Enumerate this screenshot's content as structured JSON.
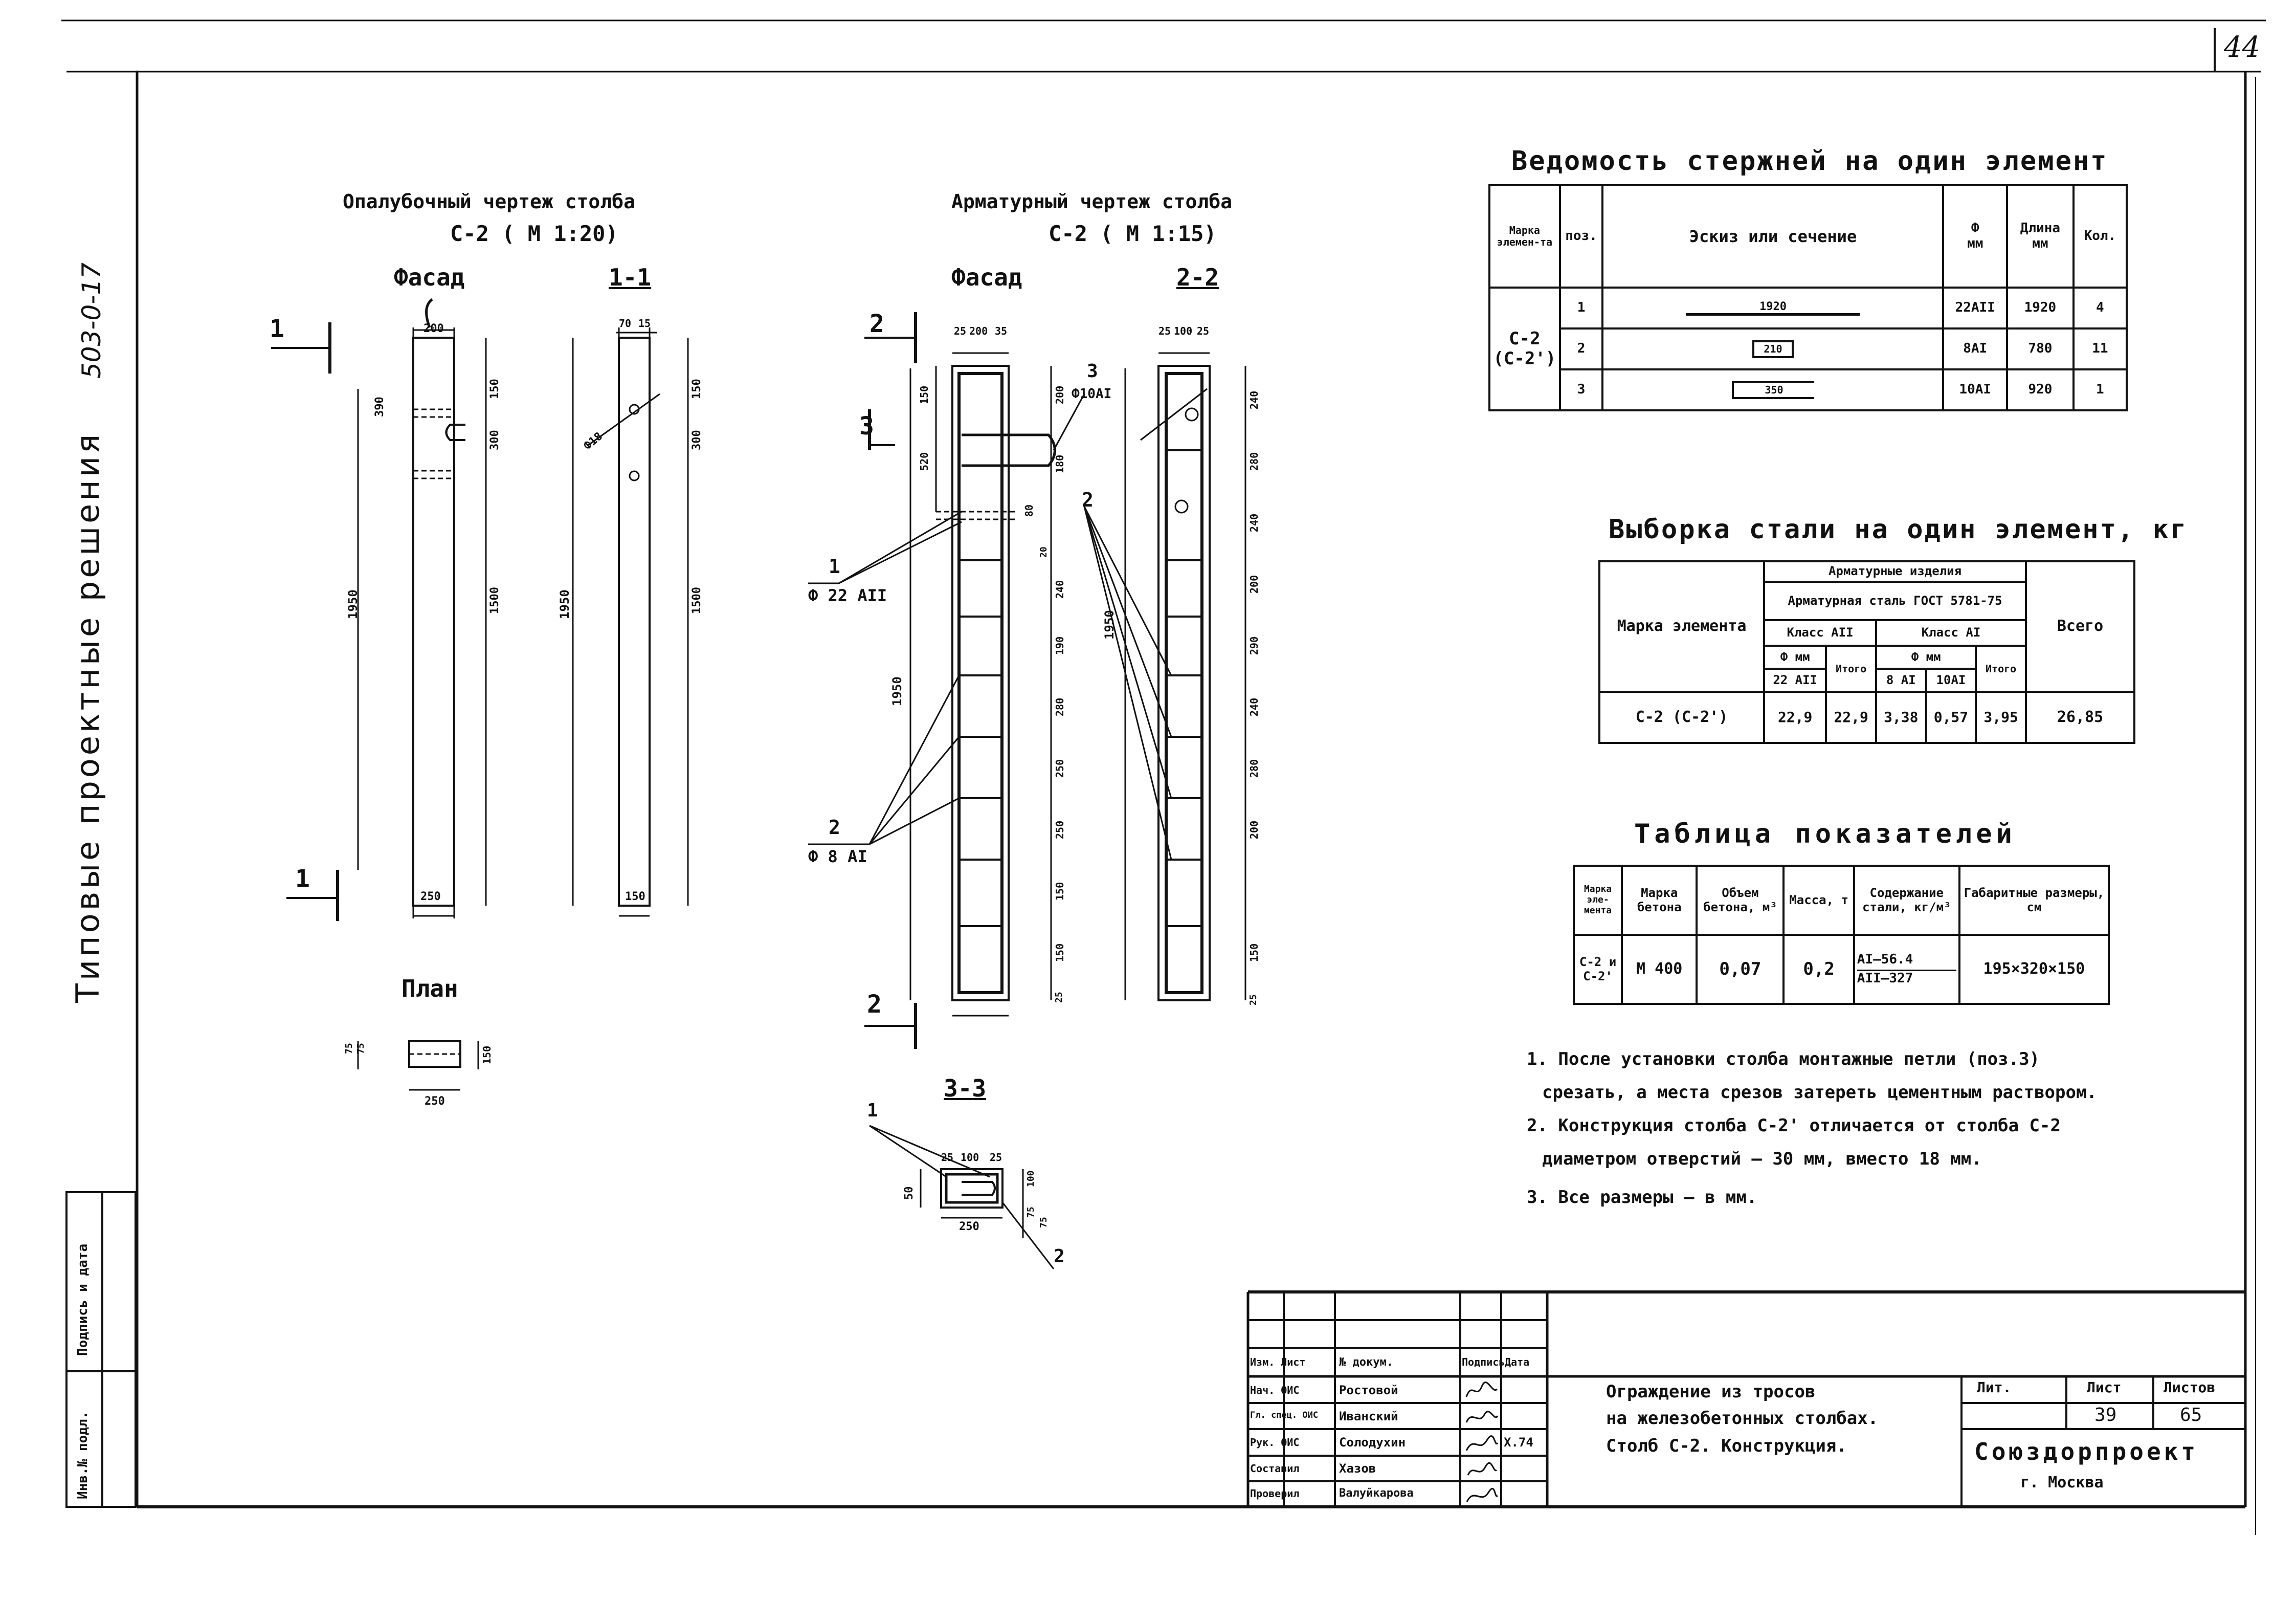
{
  "page": {
    "series": "503-0-17",
    "sheet_number": "44",
    "side_title": "Типовые проектные решения"
  },
  "left_stamp": {
    "col1": "Подпись и дата",
    "col2": "Инв.№ подл."
  },
  "drawing1": {
    "title": "Опалубочный чертеж столба",
    "subtitle": "С-2 ( М 1:20)",
    "facade": "Фасад",
    "section": "1-1",
    "cut_mark": "1",
    "plan": "План",
    "dims": {
      "top_width": "200",
      "bottom_width": "250",
      "height": "1950",
      "hole_offset": "390",
      "hole_1": "150",
      "hole_2": "300",
      "lower": "1500",
      "s_top_a": "70",
      "s_top_b": "15",
      "s_diam": "Ф18",
      "s_width": "150",
      "plan_a": "75",
      "plan_b": "75",
      "plan_c": "150",
      "plan_w": "250"
    }
  },
  "drawing2": {
    "title": "Арматурный чертеж столба",
    "subtitle": "С-2 ( М 1:15)",
    "facade": "Фасад",
    "section": "2-2",
    "cut_mark": "2",
    "cut3": "3",
    "section3": "3-3",
    "dims": {
      "a25": "25",
      "a200": "200",
      "a35": "35",
      "a100": "100",
      "total": "1950",
      "s150": "150",
      "s520": "520",
      "s80": "80",
      "s20": "20",
      "s180": "180",
      "r200": "200",
      "r240": "240",
      "r190": "190",
      "r280": "280",
      "r250": "250",
      "r250b": "250",
      "r150": "150",
      "r150b": "150",
      "r25": "25",
      "b240": "240",
      "b280": "280",
      "b240b": "240",
      "b200": "200",
      "b290": "290",
      "b240c": "240",
      "b280b": "280",
      "b200b": "200",
      "b150": "150",
      "b25": "25",
      "s3_25": "25",
      "s3_100": "100",
      "s3_25b": "25",
      "s3_h": "50",
      "s3_w": "250",
      "s3_r1": "100",
      "s3_r2": "75",
      "s3_r3": "75"
    },
    "callouts": {
      "c1": "1",
      "c1_bar": "Ф 22 АII",
      "c2": "2",
      "c2_bar": "Ф 8 АI",
      "c3": "3",
      "c3_bar": "Ф10АI"
    }
  },
  "bars_table": {
    "title": "Ведомость стержней на один элемент",
    "headers": {
      "mark": "Марка элемен-та",
      "pos": "поз.",
      "sketch": "Эскиз или сечение",
      "dia": "Ф",
      "dia_unit": "мм",
      "len": "Длина",
      "len_unit": "мм",
      "qty": "Кол."
    },
    "element": "С-2 (С-2')",
    "rows": [
      {
        "pos": "1",
        "sketch": "1920",
        "dia": "22АII",
        "len": "1920",
        "qty": "4"
      },
      {
        "pos": "2",
        "sketch": "210",
        "dia": "8АI",
        "len": "780",
        "qty": "11"
      },
      {
        "pos": "3",
        "sketch": "350",
        "dia": "10АI",
        "len": "920",
        "qty": "1"
      }
    ]
  },
  "steel_table": {
    "title": "Выборка стали на один элемент, кг",
    "h_mark": "Марка элемента",
    "h_products": "Арматурные изделия",
    "h_steel": "Арматурная сталь ГОСТ 5781-75",
    "h_class2": "Класс АII",
    "h_class1": "Класс АI",
    "h_dia": "Ф мм",
    "h_total_sub": "Итого",
    "h_d22": "22 АII",
    "h_d8": "8 АI",
    "h_d10": "10АI",
    "h_total": "Всего",
    "mark": "С-2 (С-2')",
    "v22": "22,9",
    "v22_total": "22,9",
    "v8": "3,38",
    "v10": "0,57",
    "v1_total": "3,95",
    "grand": "26,85"
  },
  "indicators": {
    "title": "Таблица показателей",
    "headers": [
      "Марка эле-мента",
      "Марка бетона",
      "Объем бетона, м³",
      "Масса, т",
      "Содержание стали, кг/м³",
      "Габаритные размеры, см"
    ],
    "row": {
      "mark": "С-2 и С-2'",
      "concrete": "М 400",
      "volume": "0,07",
      "mass": "0,2",
      "steel_a1": "АI—56.4",
      "steel_a2": "АII—327",
      "size": "195×320×150"
    }
  },
  "notes": [
    "1. После установки столба монтажные петли (поз.3)",
    "срезать, а места срезов затереть цементным раствором.",
    "2. Конструкция столба С-2' отличается от столба С-2",
    "диаметром отверстий — 30 мм, вместо 18 мм.",
    "3. Все размеры — в мм."
  ],
  "title_block": {
    "roles": [
      "Изм. Лист",
      "Нач. ОИС",
      "Гл. спец. ОИС",
      "Рук. ОИС",
      "Составил",
      "Проверил"
    ],
    "head": {
      "sheet": "№ докум.",
      "name": "",
      "sign": "Подпись",
      "date": "Дата"
    },
    "people": [
      "Ростовой",
      "Иванский",
      "Солодухин",
      "Хазов",
      "Валуйкарова"
    ],
    "date": "X.74",
    "title_lines": [
      "Ограждение из тросов",
      "на железобетонных столбах.",
      "Столб С-2. Конструкция."
    ],
    "lit": "Лит.",
    "list": "Лист",
    "lists": "Листов",
    "sheet": "39",
    "total": "65",
    "org": "Союздорпроект",
    "city": "г. Москва"
  }
}
